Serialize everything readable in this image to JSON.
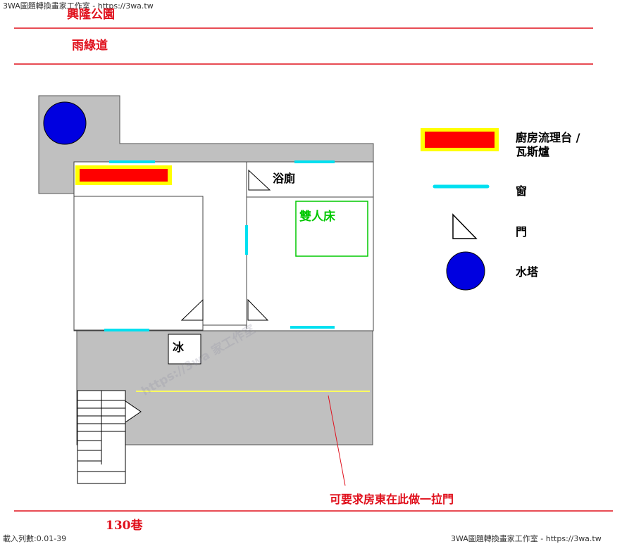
{
  "header": {
    "watermark_top": "3WA圖題轉換畫家工作室 - https://3wa.tw",
    "park_label": "興隆公園",
    "greenway_label": "雨綠道"
  },
  "rooms": {
    "bathroom_label": "浴廁",
    "double_bed_label": "雙人床",
    "fridge_label": "冰"
  },
  "legend": {
    "stove_label_line1": "廚房流理台 /",
    "stove_label_line2": "瓦斯爐",
    "window_label": "窗",
    "door_label": "門",
    "water_tower_label": "水塔"
  },
  "annotations": {
    "sliding_door_note": "可要求房東在此做一拉門",
    "watermark_diag": "https://3wa 家工作室"
  },
  "footer": {
    "lane_label": "130巷",
    "views_label": "載入列數:0.01-39",
    "watermark_bottom": "3WA圖題轉換畫家工作室 - https://3wa.tw"
  },
  "colors": {
    "boundary_red": "#e0101c",
    "floor_gray": "#c0c0c0",
    "window_cyan": "#00e0f0",
    "stove_red": "#ff0000",
    "stove_yellow": "#ffff00",
    "water_tower_blue": "#0000e0",
    "bed_green": "#00c800",
    "track_yellow": "#ffff60"
  }
}
